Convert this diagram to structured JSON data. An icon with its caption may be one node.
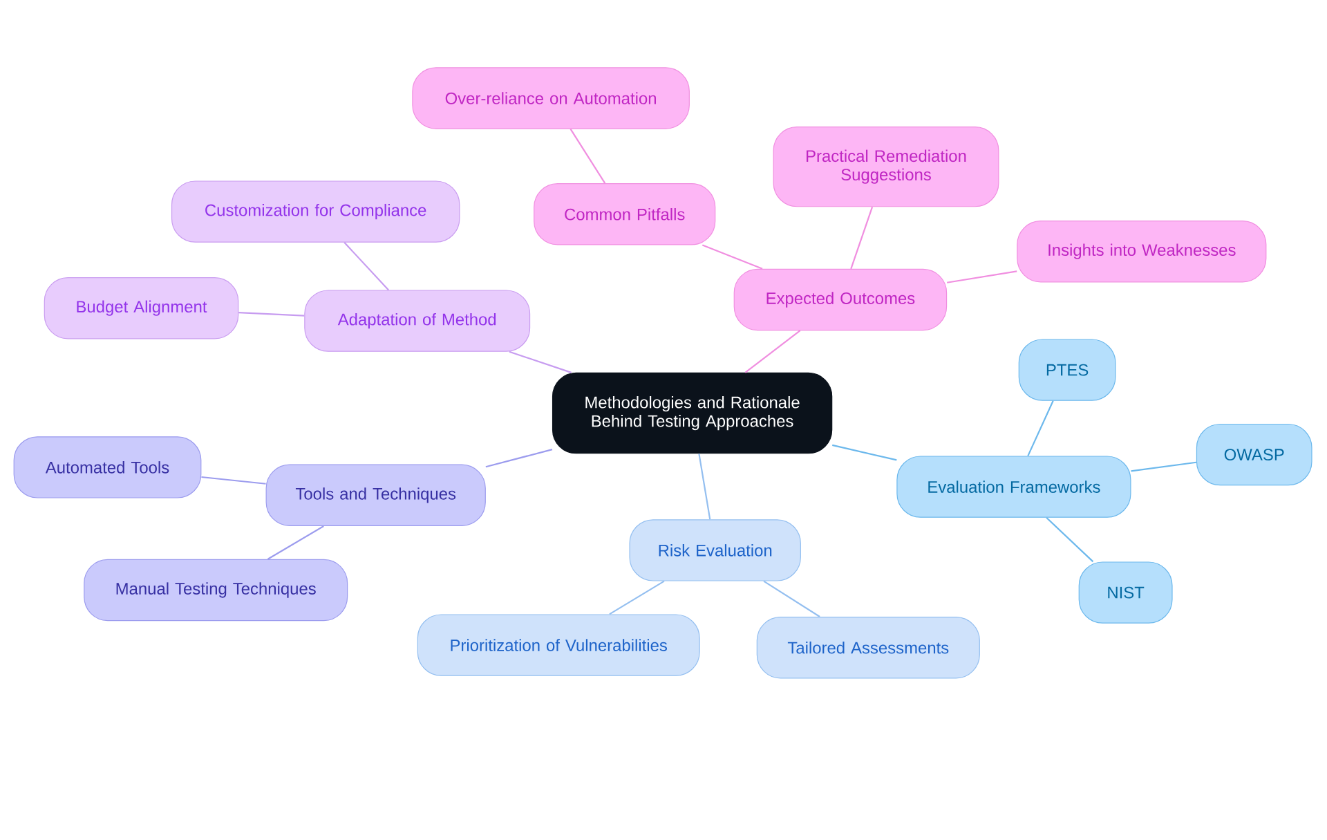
{
  "diagram": {
    "nodes": [
      {
        "text": [
          "Methodologies and Rationale Behind Testing Approaches"
        ]
      },
      {
        "text": [
          "Adaptation of Method"
        ]
      },
      {
        "text": [
          "Customization for Compliance"
        ]
      },
      {
        "text": [
          "Budget Alignment"
        ]
      },
      {
        "text": [
          "Expected Outcomes"
        ]
      },
      {
        "text": [
          "Common Pitfalls"
        ]
      },
      {
        "text": [
          "Over-reliance on Automation"
        ]
      },
      {
        "text": [
          "Practical Remediation Suggestions"
        ]
      },
      {
        "text": [
          "Insights into Weaknesses"
        ]
      },
      {
        "text": [
          "Tools and Techniques"
        ]
      },
      {
        "text": [
          "Automated Tools"
        ]
      },
      {
        "text": [
          "Manual Testing Techniques"
        ]
      },
      {
        "text": [
          "Risk Evaluation"
        ]
      },
      {
        "text": [
          "Prioritization of Vulnerabilities"
        ]
      },
      {
        "text": [
          "Tailored Assessments"
        ]
      },
      {
        "text": [
          "Evaluation Frameworks"
        ]
      },
      {
        "text": [
          "PTES"
        ]
      },
      {
        "text": [
          "OWASP"
        ]
      },
      {
        "text": [
          "NIST"
        ]
      }
    ],
    "edges": [
      {
        "from": 0,
        "to": 1,
        "arrow": "none",
        "color": "#c79cf0"
      },
      {
        "from": 1,
        "to": 2,
        "arrow": "none",
        "color": "#c79cf0"
      },
      {
        "from": 1,
        "to": 3,
        "arrow": "none",
        "color": "#c79cf0"
      },
      {
        "from": 0,
        "to": 4,
        "arrow": "none",
        "color": "#f08ee0"
      },
      {
        "from": 4,
        "to": 5,
        "arrow": "none",
        "color": "#f08ee0"
      },
      {
        "from": 5,
        "to": 6,
        "arrow": "none",
        "color": "#f08ee0"
      },
      {
        "from": 4,
        "to": 7,
        "arrow": "none",
        "color": "#f08ee0"
      },
      {
        "from": 4,
        "to": 8,
        "arrow": "none",
        "color": "#f08ee0"
      },
      {
        "from": 0,
        "to": 9,
        "arrow": "none",
        "color": "#9c9cee"
      },
      {
        "from": 9,
        "to": 10,
        "arrow": "none",
        "color": "#9c9cee"
      },
      {
        "from": 9,
        "to": 11,
        "arrow": "none",
        "color": "#9c9cee"
      },
      {
        "from": 0,
        "to": 12,
        "arrow": "none",
        "color": "#94bff0"
      },
      {
        "from": 12,
        "to": 13,
        "arrow": "none",
        "color": "#94bff0"
      },
      {
        "from": 12,
        "to": 14,
        "arrow": "none",
        "color": "#94bff0"
      },
      {
        "from": 0,
        "to": 15,
        "arrow": "none",
        "color": "#6cb8ec"
      },
      {
        "from": 15,
        "to": 16,
        "arrow": "none",
        "color": "#6cb8ec"
      },
      {
        "from": 15,
        "to": 17,
        "arrow": "none",
        "color": "#6cb8ec"
      },
      {
        "from": 15,
        "to": 18,
        "arrow": "none",
        "color": "#6cb8ec"
      }
    ]
  }
}
